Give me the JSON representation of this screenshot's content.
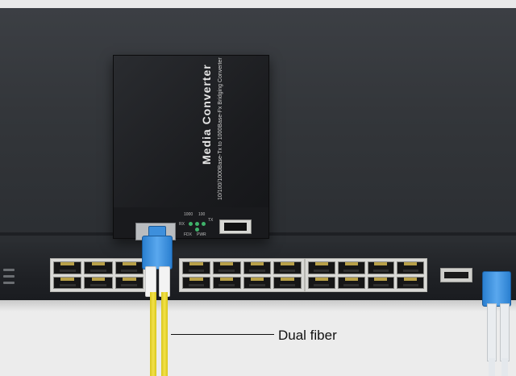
{
  "photo": {
    "converter": {
      "title": "Media Converter",
      "subtitle": "10/100/1000Base-Tx to 1000Base-Fx Bridging Converter",
      "led_labels": [
        "1000",
        "100",
        "TX",
        "RX",
        "FDX",
        "PWR"
      ]
    },
    "callout": {
      "label": "Dual fiber"
    },
    "colors": {
      "fiber_yellow": "#f3e24a",
      "connector_blue": "#3d8fdc",
      "switch_dark": "#2b2e32"
    }
  }
}
